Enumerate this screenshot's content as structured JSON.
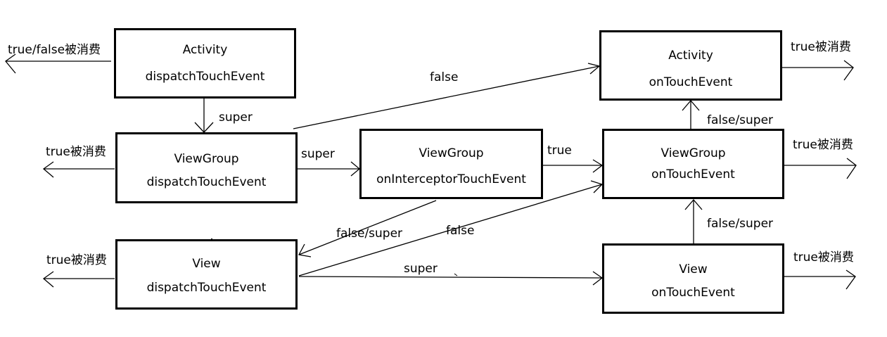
{
  "nodes": {
    "activity_dispatch": {
      "line1": "Activity",
      "line2": "dispatchTouchEvent"
    },
    "viewgroup_dispatch": {
      "line1": "ViewGroup",
      "line2": "dispatchTouchEvent"
    },
    "viewgroup_intercept": {
      "line1": "ViewGroup",
      "line2": "onInterceptorTouchEvent"
    },
    "view_dispatch": {
      "line1": "View",
      "line2": "dispatchTouchEvent"
    },
    "activity_ontouch": {
      "line1": "Activity",
      "line2": "onTouchEvent"
    },
    "viewgroup_ontouch": {
      "line1": "ViewGroup",
      "line2": "onTouchEvent"
    },
    "view_ontouch": {
      "line1": "View",
      "line2": "onTouchEvent"
    }
  },
  "edges": {
    "activity_consumed": "true/false被消费",
    "viewgroup_dispatch_consumed": "true被消费",
    "view_dispatch_consumed": "true被消费",
    "activity_ontouch_consumed": "true被消费",
    "viewgroup_ontouch_consumed": "true被消费",
    "view_ontouch_consumed": "true被消费",
    "activity_to_viewgroup": "super",
    "viewgroup_dispatch_to_intercept": "super",
    "viewgroup_dispatch_to_activity_ontouch": "false",
    "intercept_to_viewgroup_ontouch": "true",
    "intercept_to_view_dispatch": "false/super",
    "view_dispatch_to_viewgroup_ontouch": "false",
    "view_dispatch_to_view_ontouch": "super",
    "viewgroup_ontouch_to_activity_ontouch": "false/super",
    "view_ontouch_to_viewgroup_ontouch": "false/super"
  },
  "colors": {
    "stroke": "#000000",
    "background": "#ffffff"
  }
}
